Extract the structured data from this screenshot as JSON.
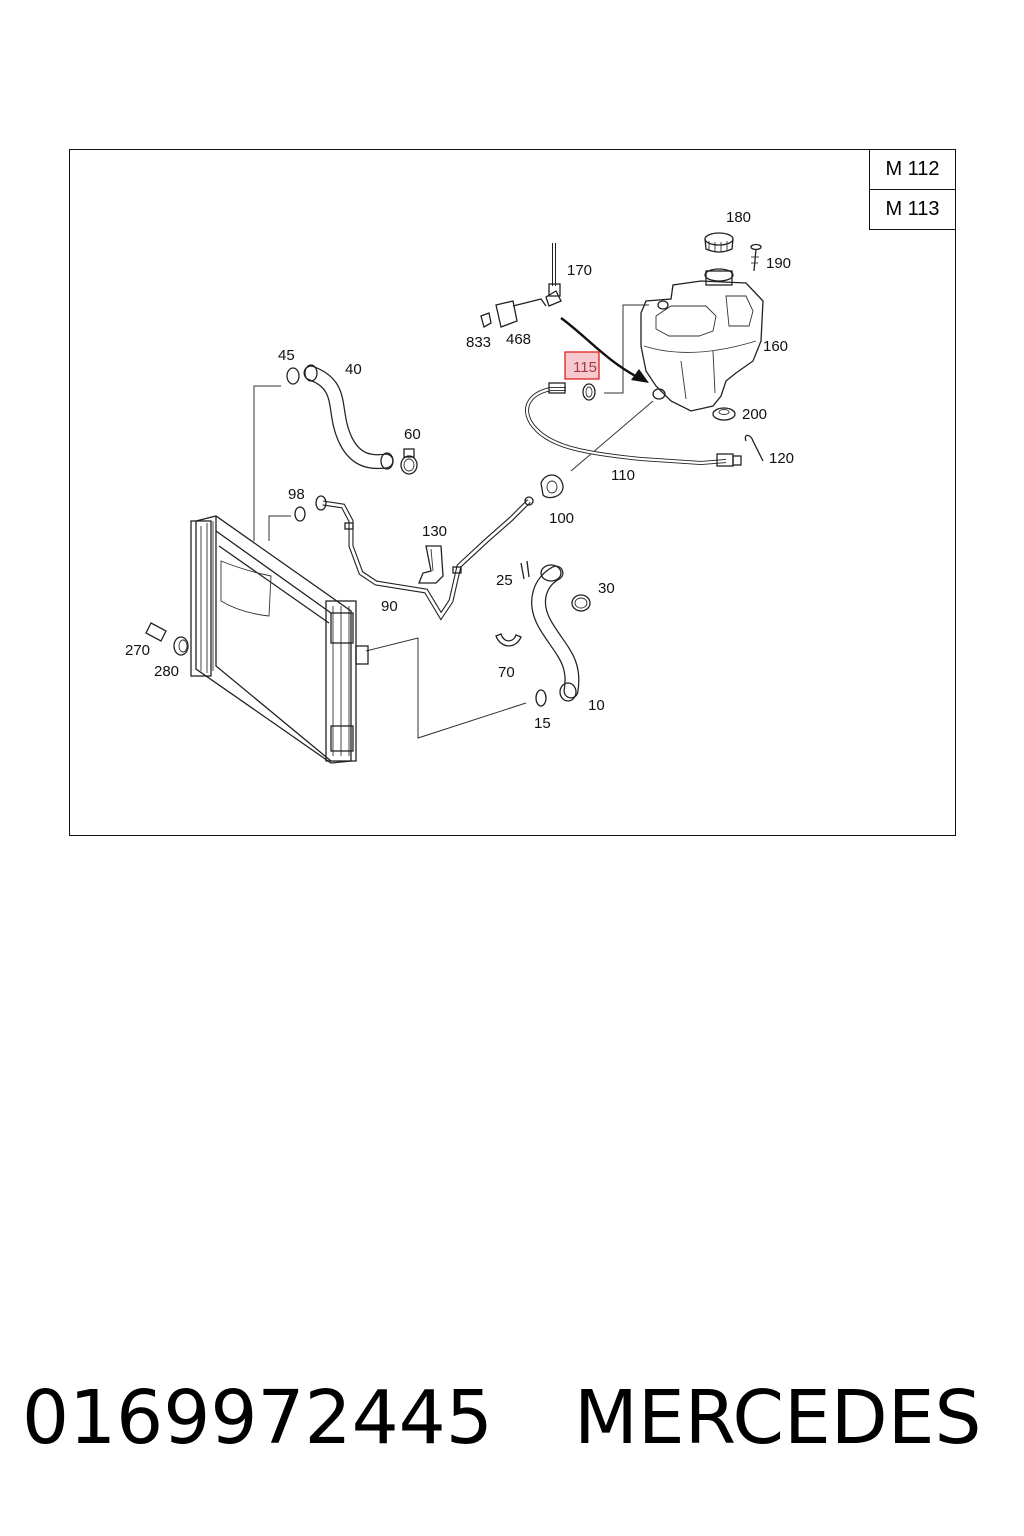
{
  "diagram": {
    "engine_codes": [
      "M 112",
      "M 113"
    ],
    "highlighted_callout": "115",
    "callouts": {
      "c180": "180",
      "c190": "190",
      "c170": "170",
      "c160": "160",
      "c833": "833",
      "c468": "468",
      "c115": "115",
      "c200": "200",
      "c120": "120",
      "c110": "110",
      "c45": "45",
      "c40": "40",
      "c60": "60",
      "c98": "98",
      "c100": "100",
      "c130": "130",
      "c25": "25",
      "c30": "30",
      "c90": "90",
      "c270": "270",
      "c280": "280",
      "c70": "70",
      "c10": "10",
      "c15": "15"
    },
    "colors": {
      "line": "#222222",
      "highlight_border": "#e02020",
      "highlight_fill": "#f7c9cf"
    }
  },
  "footer": {
    "part_number": "0169972445",
    "brand": "MERCEDES"
  }
}
